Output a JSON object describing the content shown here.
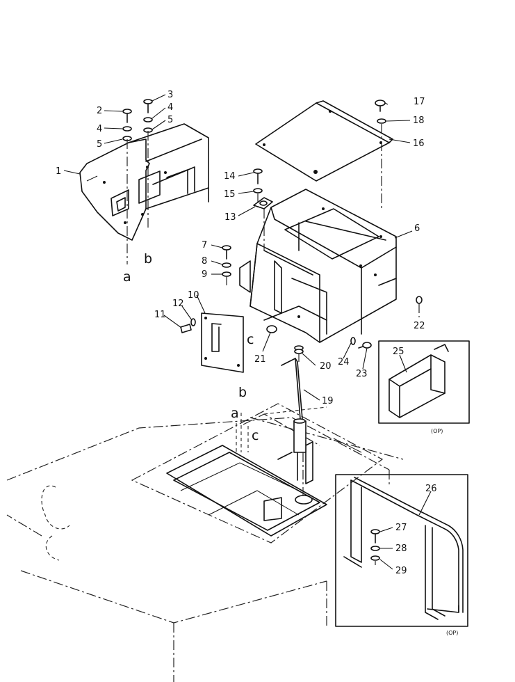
{
  "callouts": [
    {
      "id": "p1",
      "text": "1"
    },
    {
      "id": "p2",
      "text": "2"
    },
    {
      "id": "p3",
      "text": "3"
    },
    {
      "id": "p4a",
      "text": "4"
    },
    {
      "id": "p4b",
      "text": "4"
    },
    {
      "id": "p5a",
      "text": "5"
    },
    {
      "id": "p5b",
      "text": "5"
    },
    {
      "id": "p6",
      "text": "6"
    },
    {
      "id": "p7",
      "text": "7"
    },
    {
      "id": "p8",
      "text": "8"
    },
    {
      "id": "p9",
      "text": "9"
    },
    {
      "id": "p10",
      "text": "10"
    },
    {
      "id": "p11",
      "text": "11"
    },
    {
      "id": "p12",
      "text": "12"
    },
    {
      "id": "p13",
      "text": "13"
    },
    {
      "id": "p14",
      "text": "14"
    },
    {
      "id": "p15",
      "text": "15"
    },
    {
      "id": "p16",
      "text": "16"
    },
    {
      "id": "p17",
      "text": "17"
    },
    {
      "id": "p18",
      "text": "18"
    },
    {
      "id": "p19",
      "text": "19"
    },
    {
      "id": "p20",
      "text": "20"
    },
    {
      "id": "p21",
      "text": "21"
    },
    {
      "id": "p22",
      "text": "22"
    },
    {
      "id": "p23",
      "text": "23"
    },
    {
      "id": "p24",
      "text": "24"
    },
    {
      "id": "p25",
      "text": "25"
    },
    {
      "id": "p26",
      "text": "26"
    },
    {
      "id": "p27",
      "text": "27"
    },
    {
      "id": "p28",
      "text": "28"
    },
    {
      "id": "p29",
      "text": "29"
    }
  ],
  "reference_letters": {
    "a_top": "a",
    "b_top": "b",
    "c_top": "c",
    "a_bottom": "a",
    "b_bottom": "b",
    "c_bottom": "c"
  },
  "option_notes": {
    "inset_25": "(OP)",
    "inset_26": "(OP)"
  }
}
